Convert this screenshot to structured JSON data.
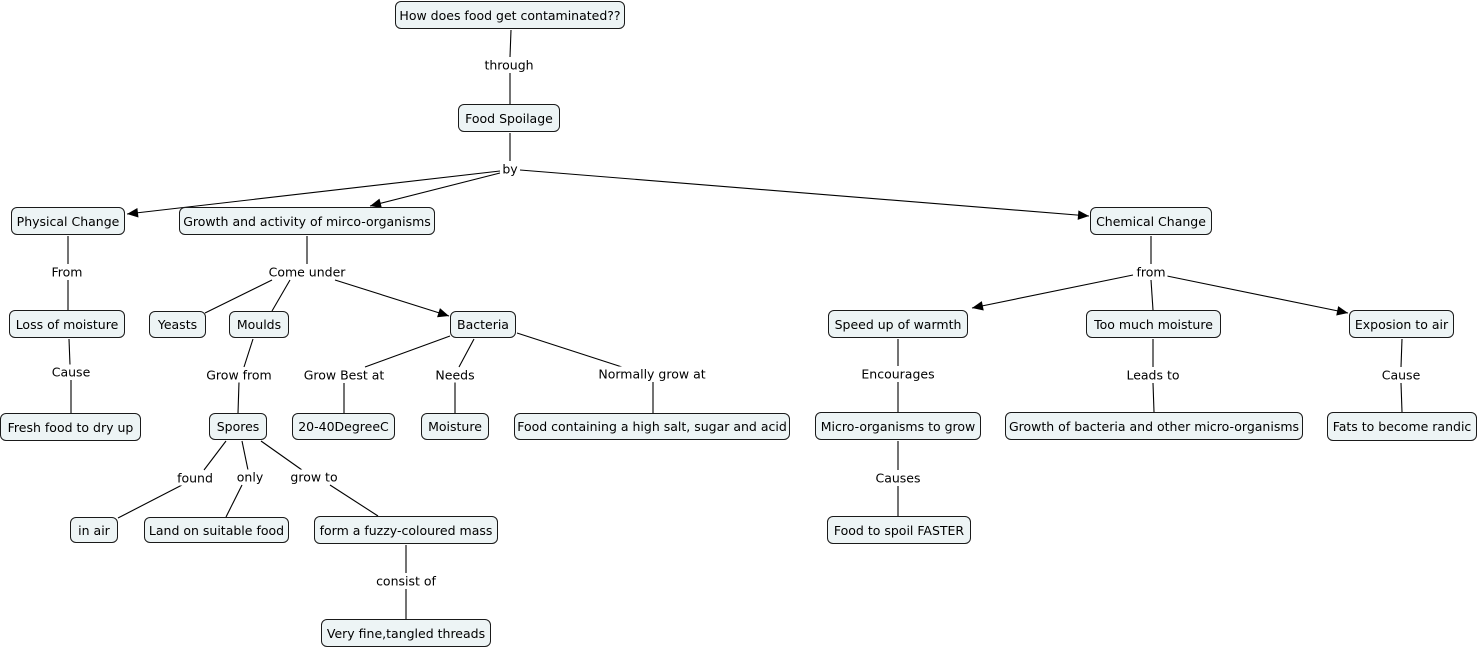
{
  "colors": {
    "node_fill": "#edf4f5",
    "node_border": "#1a1a1a",
    "line": "#000000"
  },
  "nodes": {
    "question": "How does food get contaminated??",
    "food_spoilage": "Food Spoilage",
    "physical_change": "Physical Change",
    "growth_micro": "Growth and activity of mirco-organisms",
    "chemical_change": "Chemical Change",
    "loss_moisture": "Loss of moisture",
    "fresh_food": "Fresh food to dry up",
    "yeasts": "Yeasts",
    "moulds": "Moulds",
    "bacteria": "Bacteria",
    "spores": "Spores",
    "in_air": "in air",
    "land_food": "Land on suitable food",
    "fuzzy_mass": "form a fuzzy-coloured mass",
    "fine_threads": "Very fine,tangled threads",
    "temp_range": "20-40DegreeC",
    "moisture": "Moisture",
    "high_salt": "Food containing a high salt, sugar and acid",
    "speed_warmth": "Speed up of warmth",
    "too_much_moisture": "Too much moisture",
    "exposion_air": "Exposion to air",
    "micro_grow": "Micro-organisms to grow",
    "spoil_faster": "Food to spoil FASTER",
    "growth_bacteria": "Growth of bacteria and other micro-organisms",
    "fats_randic": "Fats to become randic"
  },
  "links": {
    "through": "through",
    "by": "by",
    "from_physical": "From",
    "cause_physical": "Cause",
    "come_under": "Come under",
    "grow_from": "Grow from",
    "grow_best": "Grow Best at",
    "needs": "Needs",
    "normally_grow": "Normally grow at",
    "found": "found",
    "only": "only",
    "grow_to": "grow to",
    "consist_of": "consist of",
    "from_chemical": "from",
    "encourages": "Encourages",
    "causes": "Causes",
    "leads_to": "Leads to",
    "cause_chemical": "Cause"
  }
}
